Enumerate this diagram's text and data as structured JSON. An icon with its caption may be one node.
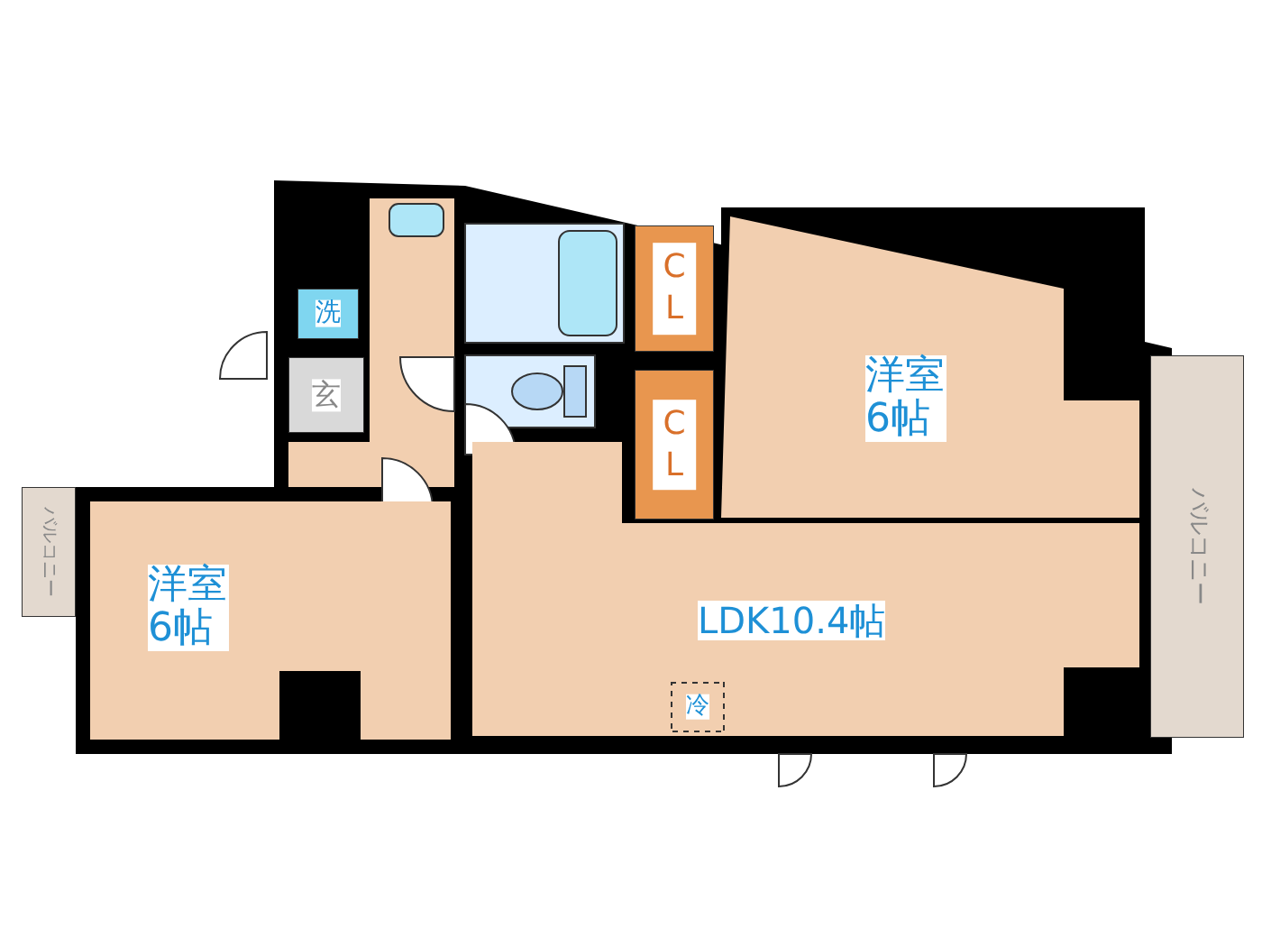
{
  "diagram": {
    "nodes": [
      {
        "text": [
          "洗"
        ]
      },
      {
        "text": [
          "玄"
        ]
      },
      {
        "text": [
          "CL"
        ]
      },
      {
        "text": [
          "洋室6帖"
        ]
      },
      {
        "text": [
          "CL"
        ]
      },
      {
        "text": [
          "バルコニー"
        ]
      },
      {
        "text": [
          "洋室6帖"
        ]
      },
      {
        "text": [
          "バルコニー"
        ]
      },
      {
        "text": [
          "LDK10.4帖"
        ]
      },
      {
        "text": [
          "冷"
        ],
        "in": 8
      }
    ]
  }
}
